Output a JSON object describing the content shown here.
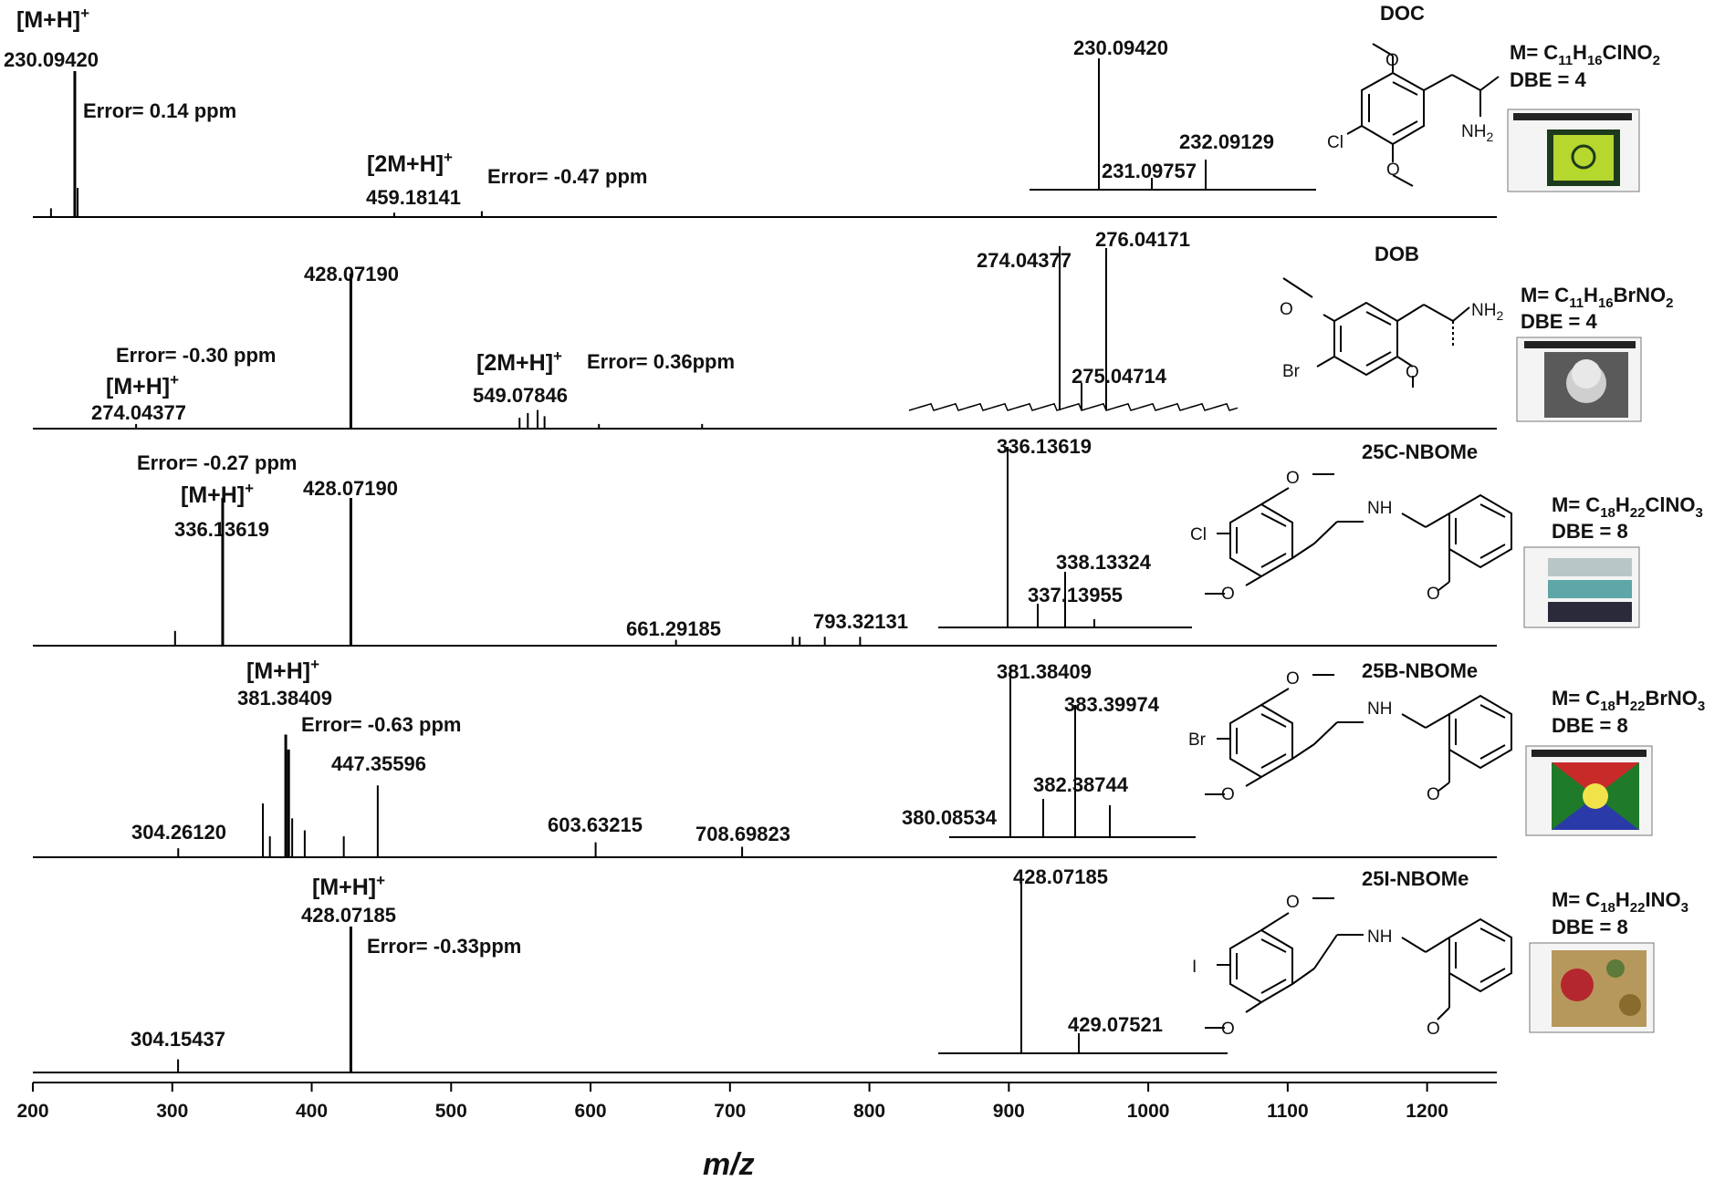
{
  "x_axis": {
    "label": "m/z",
    "ticks": [
      "200",
      "300",
      "400",
      "500",
      "600",
      "700",
      "800",
      "900",
      "1000",
      "1100",
      "1200"
    ]
  },
  "panels": [
    {
      "compound": "DOC",
      "formula": {
        "pre": "M= C",
        "c": "11",
        "h": "H",
        "hn": "16",
        "rest": "ClNO",
        "on": "2"
      },
      "dbe": "DBE = 4",
      "labels": [
        {
          "text": "[M+H]",
          "sup": "+"
        },
        {
          "text": "230.09420"
        },
        {
          "text": "Error= 0.14 ppm"
        },
        {
          "text": "[2M+H]",
          "sup": "+"
        },
        {
          "text": "459.18141"
        },
        {
          "text": "Error= -0.47 ppm"
        }
      ],
      "inset_labels": [
        "230.09420",
        "231.09757",
        "232.09129"
      ],
      "structure_labels": [
        "Cl",
        "NH",
        "2"
      ]
    },
    {
      "compound": "DOB",
      "formula": {
        "pre": "M= C",
        "c": "11",
        "h": "H",
        "hn": "16",
        "rest": "BrNO",
        "on": "2"
      },
      "dbe": "DBE = 4",
      "labels": [
        {
          "text": "428.07190"
        },
        {
          "text": "Error= -0.30 ppm"
        },
        {
          "text": "[M+H]",
          "sup": "+"
        },
        {
          "text": "274.04377"
        },
        {
          "text": "[2M+H]",
          "sup": "+"
        },
        {
          "text": "Error=  0.36ppm"
        },
        {
          "text": "549.07846"
        }
      ],
      "inset_labels": [
        "274.04377",
        "276.04171",
        "275.04714"
      ],
      "structure_labels": [
        "Br",
        "NH",
        "2"
      ]
    },
    {
      "compound": "25C-NBOMe",
      "formula": {
        "pre": "M= C",
        "c": "18",
        "h": "H",
        "hn": "22",
        "rest": "ClNO",
        "on": "3"
      },
      "dbe": "DBE = 8",
      "labels": [
        {
          "text": "Error= -0.27 ppm"
        },
        {
          "text": "[M+H]",
          "sup": "+"
        },
        {
          "text": "336.13619"
        },
        {
          "text": "428.07190"
        },
        {
          "text": "661.29185"
        },
        {
          "text": "793.32131"
        }
      ],
      "inset_labels": [
        "336.13619",
        "338.13324",
        "337.13955"
      ],
      "structure_labels": [
        "Cl",
        "NH"
      ]
    },
    {
      "compound": "25B-NBOMe",
      "formula": {
        "pre": "M= C",
        "c": "18",
        "h": "H",
        "hn": "22",
        "rest": "BrNO",
        "on": "3"
      },
      "dbe": "DBE = 8",
      "labels": [
        {
          "text": "[M+H]",
          "sup": "+"
        },
        {
          "text": "381.38409"
        },
        {
          "text": "Error= -0.63  ppm"
        },
        {
          "text": "447.35596"
        },
        {
          "text": "304.26120"
        },
        {
          "text": "603.63215"
        },
        {
          "text": "708.69823"
        }
      ],
      "inset_labels": [
        "381.38409",
        "383.39974",
        "382.38744",
        "380.08534"
      ],
      "structure_labels": [
        "Br",
        "NH"
      ]
    },
    {
      "compound": "25I-NBOMe",
      "formula": {
        "pre": "M= C",
        "c": "18",
        "h": "H",
        "hn": "22",
        "rest": "INO",
        "on": "3"
      },
      "dbe": "DBE = 8",
      "labels": [
        {
          "text": "[M+H]",
          "sup": "+"
        },
        {
          "text": "428.07185"
        },
        {
          "text": "Error=  -0.33ppm"
        },
        {
          "text": "304.15437"
        }
      ],
      "inset_labels": [
        "428.07185",
        "429.07521"
      ],
      "structure_labels": [
        "I",
        "NH"
      ]
    }
  ],
  "chart_data": {
    "type": "line",
    "title": "",
    "xlabel": "m/z",
    "ylabel": "",
    "xlim": [
      200,
      1250
    ],
    "grid": false,
    "series": [
      {
        "name": "DOC",
        "points": [
          [
            213,
            6
          ],
          [
            230.09,
            100
          ],
          [
            232.09,
            20
          ],
          [
            459.18,
            3
          ],
          [
            522,
            4
          ]
        ]
      },
      {
        "name": "DOB",
        "points": [
          [
            274.04,
            3
          ],
          [
            428.07,
            100
          ],
          [
            549.08,
            7
          ],
          [
            555,
            10
          ],
          [
            562,
            12
          ],
          [
            567,
            8
          ],
          [
            606,
            3
          ],
          [
            680,
            3
          ]
        ]
      },
      {
        "name": "25C-NBOMe",
        "points": [
          [
            302,
            10
          ],
          [
            336.14,
            100
          ],
          [
            428.07,
            100
          ],
          [
            661.29,
            4
          ],
          [
            745,
            6
          ],
          [
            750,
            6
          ],
          [
            768,
            6
          ],
          [
            793.32,
            6
          ]
        ]
      },
      {
        "name": "25B-NBOMe",
        "points": [
          [
            304.26,
            6
          ],
          [
            365,
            36
          ],
          [
            370,
            14
          ],
          [
            381.38,
            82
          ],
          [
            383.4,
            72
          ],
          [
            386,
            26
          ],
          [
            395,
            18
          ],
          [
            423,
            14
          ],
          [
            447.36,
            48
          ],
          [
            603.63,
            10
          ],
          [
            708.7,
            7
          ]
        ]
      },
      {
        "name": "25I-NBOMe",
        "points": [
          [
            304.15,
            9
          ],
          [
            428.07,
            100
          ]
        ]
      }
    ],
    "insets": [
      {
        "name": "DOC",
        "peaks": [
          [
            230.0942,
            100
          ],
          [
            231.09757,
            8
          ],
          [
            232.09129,
            21
          ]
        ]
      },
      {
        "name": "DOB",
        "peaks": [
          [
            274.04377,
            100
          ],
          [
            275.04714,
            14
          ],
          [
            276.04171,
            98
          ]
        ]
      },
      {
        "name": "25C-NBOMe",
        "peaks": [
          [
            336.13619,
            100
          ],
          [
            337.13955,
            12
          ],
          [
            338.13324,
            32
          ]
        ]
      },
      {
        "name": "25B-NBOMe",
        "peaks": [
          [
            380.08534,
            3
          ],
          [
            381.38409,
            100
          ],
          [
            382.38744,
            18
          ],
          [
            383.39974,
            85
          ]
        ]
      },
      {
        "name": "25I-NBOMe",
        "peaks": [
          [
            428.07185,
            100
          ],
          [
            429.07521,
            12
          ]
        ]
      }
    ]
  }
}
